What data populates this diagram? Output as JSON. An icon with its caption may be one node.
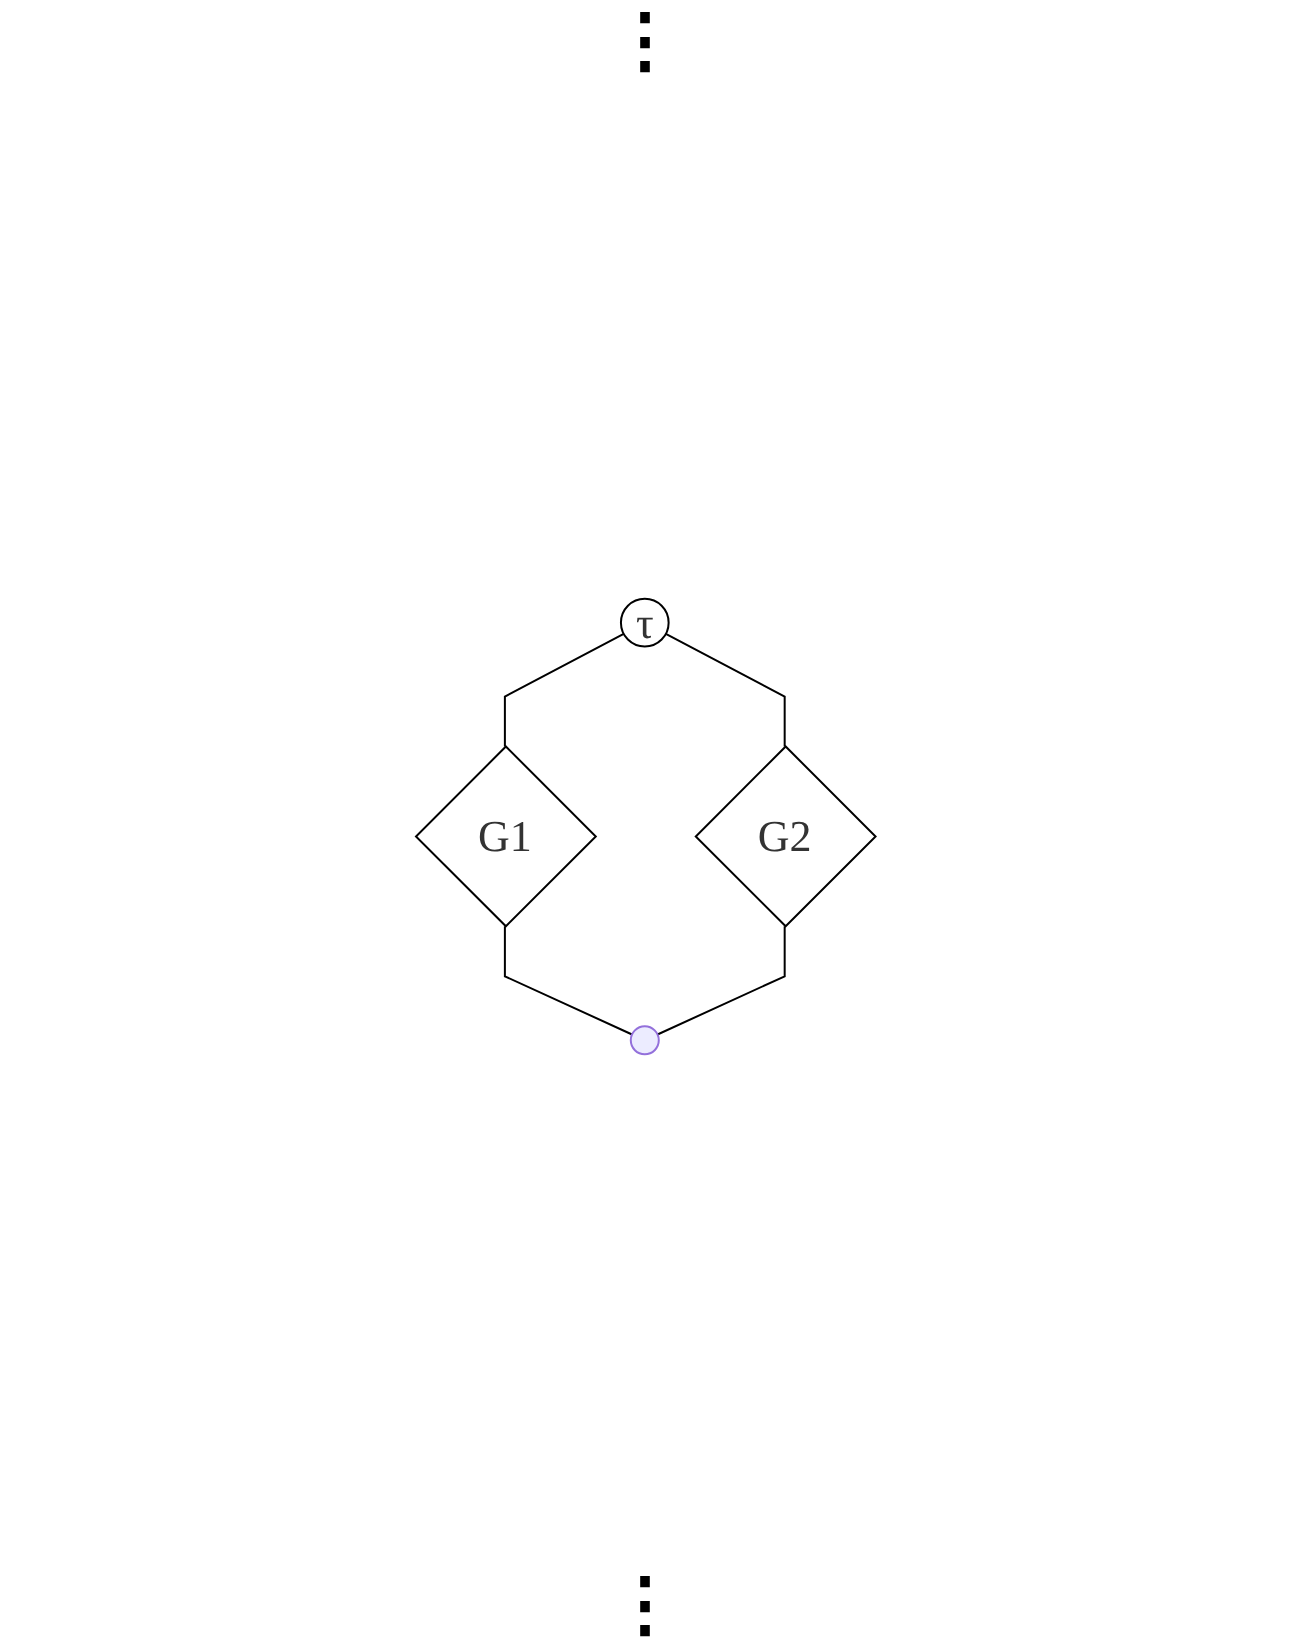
{
  "diagram": {
    "nodes": [
      {
        "text": [
          "τ"
        ]
      },
      {
        "text": [
          "G1"
        ]
      },
      {
        "text": [
          "G2"
        ]
      },
      {
        "text": [],
        "shape": "point"
      }
    ],
    "edges": [
      {
        "from": 0,
        "to": 1,
        "arrow": "none"
      },
      {
        "from": 0,
        "to": 2,
        "arrow": "none"
      },
      {
        "from": 1,
        "to": 3,
        "arrow": "none"
      },
      {
        "from": 2,
        "to": 3,
        "arrow": "none"
      }
    ],
    "labels": [
      "⋮",
      "⋮"
    ]
  }
}
